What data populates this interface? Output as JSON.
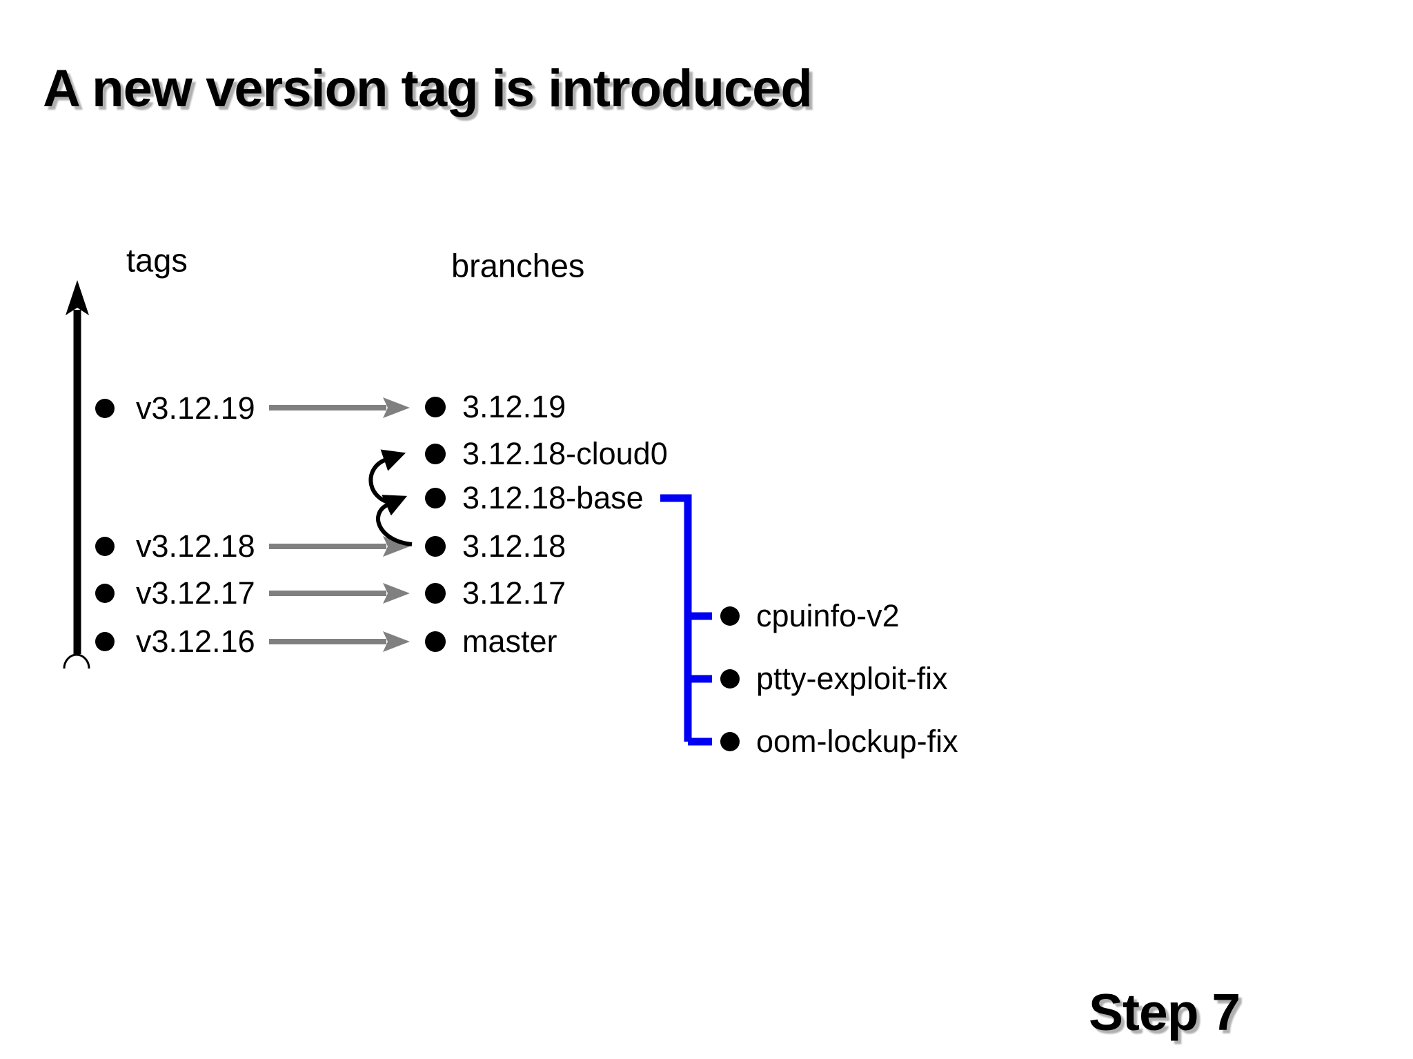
{
  "slide": {
    "title": "A new version tag is introduced",
    "step": "Step 7"
  },
  "columns": {
    "tags_header": "tags",
    "branches_header": "branches"
  },
  "tags": [
    "v3.12.19",
    "v3.12.18",
    "v3.12.17",
    "v3.12.16"
  ],
  "branches": [
    "3.12.19",
    "3.12.18-cloud0",
    "3.12.18-base",
    "3.12.18",
    "3.12.17",
    "master"
  ],
  "fix_branches": [
    "cpuinfo-v2",
    "ptty-exploit-fix",
    "oom-lockup-fix"
  ],
  "icons": {
    "timeline_arrow": "up-arrow",
    "timeline_break": "half-circle-break",
    "tag_to_branch_arrow": "gray-right-arrow",
    "fork_arrow": "black-curved-up-arrow",
    "commit_dot": "filled-circle"
  },
  "colors": {
    "text": "#000000",
    "tag_arrow_gray": "#808080",
    "bracket_blue": "#0000f2",
    "title_shadow": "#b0b0b0",
    "background": "#ffffff"
  }
}
